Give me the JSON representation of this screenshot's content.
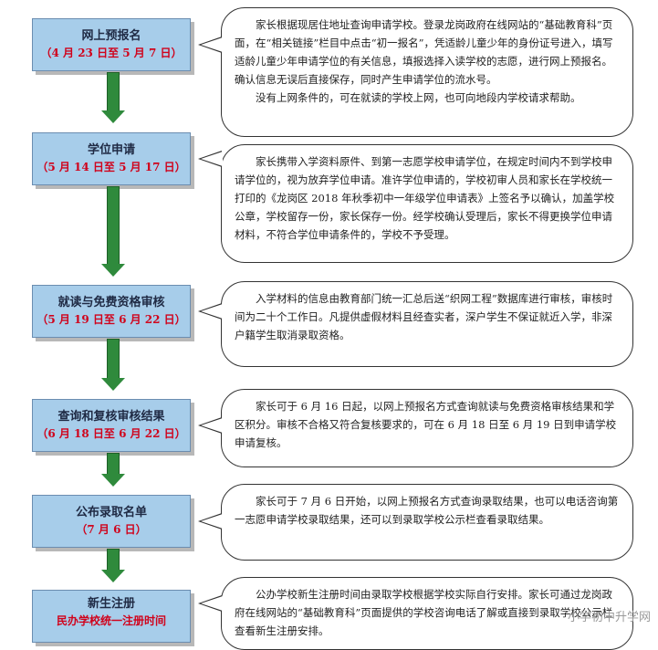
{
  "steps": [
    {
      "title": "网上预报名",
      "date": "（4 月 23 日至 5 月 7 日）"
    },
    {
      "title": "学位申请",
      "date": "（5 月 14 日至 5 月 17 日）"
    },
    {
      "title": "就读与免费资格审核",
      "date": "（5 月 19 日至 6 月 22 日）"
    },
    {
      "title": "查询和复核审核结果",
      "date": "（6 月 18 日至 6 月 22 日）"
    },
    {
      "title": "公布录取名单",
      "date": "（7 月 6 日）"
    },
    {
      "title": "新生注册",
      "date": "民办学校统一注册时间"
    }
  ],
  "bubbles": [
    {
      "paras": [
        "家长根据现居住地址查询申请学校。登录龙岗政府在线网站的“基础教育科”页面，在“相关链接”栏目中点击“初一报名”，凭适龄儿童少年的身份证号进入，填写适龄儿童少年申请学位的有关信息，填报选择入读学校的志愿，进行网上预报名。确认信息无误后直接保存，同时产生申请学位的流水号。",
        "没有上网条件的，可在就读的学校上网，也可向地段内学校请求帮助。"
      ]
    },
    {
      "paras": [
        "家长携带入学资料原件、到第一志愿学校申请学位，在规定时间内不到学校申请学位的，视为放弃学位申请。准许学位申请的，学校初审人员和家长在学校统一打印的《龙岗区 2018 年秋季初中一年级学位申请表》上签名予以确认，加盖学校公章，学校留存一份，家长保存一份。经学校确认受理后，家长不得更换学位申请材料，不符合学位申请条件的，学校不予受理。"
      ]
    },
    {
      "paras": [
        "入学材料的信息由教育部门统一汇总后送“织网工程”数据库进行审核，审核时间为二十个工作日。凡提供虚假材料且经查实者，深户学生不保证就近入学，非深户籍学生取消录取资格。"
      ]
    },
    {
      "paras": [
        "家长可于 6 月 16 日起，以网上预报名方式查询就读与免费资格审核结果和学区积分。审核不合格又符合复核要求的，可在 6 月 18 日至 6 月 19 日到申请学校申请复核。"
      ]
    },
    {
      "paras": [
        "家长可于 7 月 6 日开始，以网上预报名方式查询录取结果，也可以电话咨询第一志愿申请学校录取结果，还可以到录取学校公示栏查看录取结果。"
      ]
    },
    {
      "paras": [
        "公办学校新生注册时间由录取学校根据学校实际自行安排。家长可通过龙岗政府在线网站的“基础教育科”页面提供的学校咨询电话了解或直接到录取学校公示栏查看新生注册安排。"
      ]
    }
  ],
  "watermark": "小学初中升学网",
  "colors": {
    "step_fill": "#a7cdea",
    "arrow": "#2f8a3c",
    "date_text": "#d0021b"
  }
}
